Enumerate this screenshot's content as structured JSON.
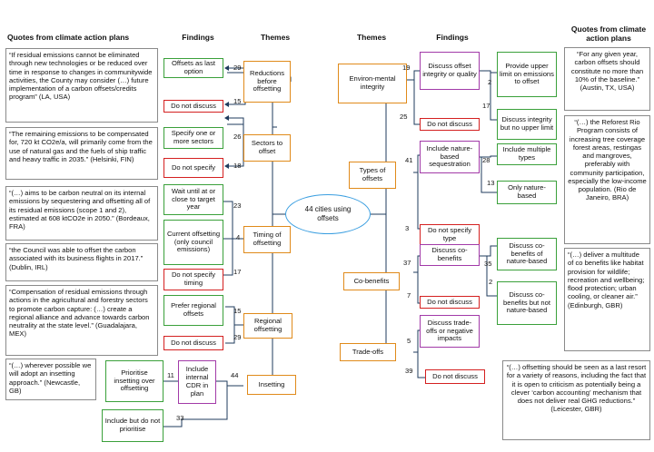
{
  "headers": {
    "quotes_left": "Quotes from climate action plans",
    "findings_left": "Findings",
    "themes_left": "Themes",
    "themes_right": "Themes",
    "findings_right": "Findings",
    "quotes_right": "Quotes from climate action plans"
  },
  "center": "44 cities using offsets",
  "themes": {
    "reductions": "Reductions before offsetting",
    "sectors": "Sectors to offset",
    "timing": "Timing of offsetting",
    "regional": "Regional offsetting",
    "insetting": "Insetting",
    "env_integrity": "Environ-mental integrity",
    "types": "Types of offsets",
    "cobenefits": "Co-benefits",
    "tradeoffs": "Trade-offs"
  },
  "findings": {
    "offsets_last": "Offsets as last option",
    "no_discuss_1": "Do not discuss",
    "specify_sectors": "Specify one or more sectors",
    "no_specify": "Do not specify",
    "wait_until": "Wait until at or close to target year",
    "current_offsetting": "Current offsetting (only council emissions)",
    "no_specify_timing": "Do not specify timing",
    "prefer_regional": "Prefer regional offsets",
    "no_discuss_2": "Do not discuss",
    "include_cdr": "Include internal CDR in plan",
    "prioritise": "Prioritise insetting over offsetting",
    "include_not_prioritise": "Include but do not prioritise",
    "discuss_integrity": "Discuss offset integrity or quality",
    "upper_limit": "Provide upper limit on emissions to offset",
    "no_upper_limit": "Discuss integrity but no upper limit",
    "no_discuss_3": "Do not discuss",
    "nature_based": "Include nature-based sequestration",
    "multiple_types": "Include multiple types",
    "only_nature": "Only nature-based",
    "no_specify_type": "Do not specify type",
    "discuss_cobenefits": "Discuss co-benefits",
    "cobenefits_nature": "Discuss co-benefits of nature-based",
    "cobenefits_not_nature": "Discuss co-benefits but not nature-based",
    "no_discuss_4": "Do not discuss",
    "discuss_tradeoffs": "Discuss trade-offs or negative impacts",
    "no_discuss_5": "Do not discuss"
  },
  "numbers": {
    "n_reductions_last": "29",
    "n_reductions_none": "15",
    "n_sectors_specify": "26",
    "n_sectors_none": "18",
    "n_timing_wait": "23",
    "n_timing_current": "4",
    "n_timing_none": "17",
    "n_regional_prefer": "15",
    "n_regional_none": "29",
    "n_insetting": "44",
    "n_cdr_prioritise": "11",
    "n_cdr_include": "33",
    "n_env_discuss": "19",
    "n_env_none": "25",
    "n_upper": "2",
    "n_no_upper": "17",
    "n_types_nature": "41",
    "n_types_none": "3",
    "n_multiple": "28",
    "n_only_nature": "13",
    "n_co_discuss": "37",
    "n_co_none": "7",
    "n_co_nature": "35",
    "n_co_not_nature": "2",
    "n_trade_discuss": "5",
    "n_trade_none": "39"
  },
  "quotes": {
    "la": "“If residual emissions cannot be eliminated through new technologies or be reduced over time in response to changes in communitywide activities, the County may consider (…) future implementation of a carbon offsets/credits program” (LA, USA)",
    "helsinki": "“The remaining emissions to be compensated for, 720 kt CO2e/a, will primarily come from the use of natural gas and the fuels of ship traffic and heavy traffic in 2035.” (Helsinki, FIN)",
    "bordeaux": "“(…) aims to be carbon neutral on its internal emissions by sequestering and offsetting all of its residual emissions (scope 1 and 2), estimated at 608 ktCO2e in 2050.” (Bordeaux, FRA)",
    "dublin": "“the Council was able to offset the carbon associated with its business flights in 2017.” (Dublin, IRL)",
    "guadalajara": "“Compensation of residual emissions through actions in the agricultural and forestry sectors to promote carbon capture: (…) create a regional alliance and advance towards carbon neutrality at the state level.” (Guadalajara, MEX)",
    "newcastle": "“(…) wherever possible we will adopt an insetting approach.” (Newcastle, GB)",
    "austin": "“For any given year, carbon offsets should constitute no more than 10% of the baseline.” (Austin, TX, USA)",
    "rio": "“(…) the Reforest Rio Program consists of increasing tree coverage forest areas, restingas and mangroves, preferably with community participation, especially the low-income population. (Rio de Janeiro, BRA)",
    "edinburgh": "“(…) deliver a multitude of co benefits like habitat provision for wildlife; recreation and wellbeing; flood protection; urban cooling, or cleaner air.” (Edinburgh, GBR)",
    "leicester": "“(…) offsetting should be seen as a last resort for a variety of reasons, including the fact that it is open to criticism as potentially being a clever ‘carbon accounting’ mechanism that does not deliver real GHG reductions.” (Leicester, GBR)"
  },
  "colors": {
    "green": "#3aa03a",
    "red": "#d42020",
    "orange": "#e08a1a",
    "purple": "#a23aa8",
    "blue": "#3a9ee0",
    "line": "#1f3b5c"
  }
}
